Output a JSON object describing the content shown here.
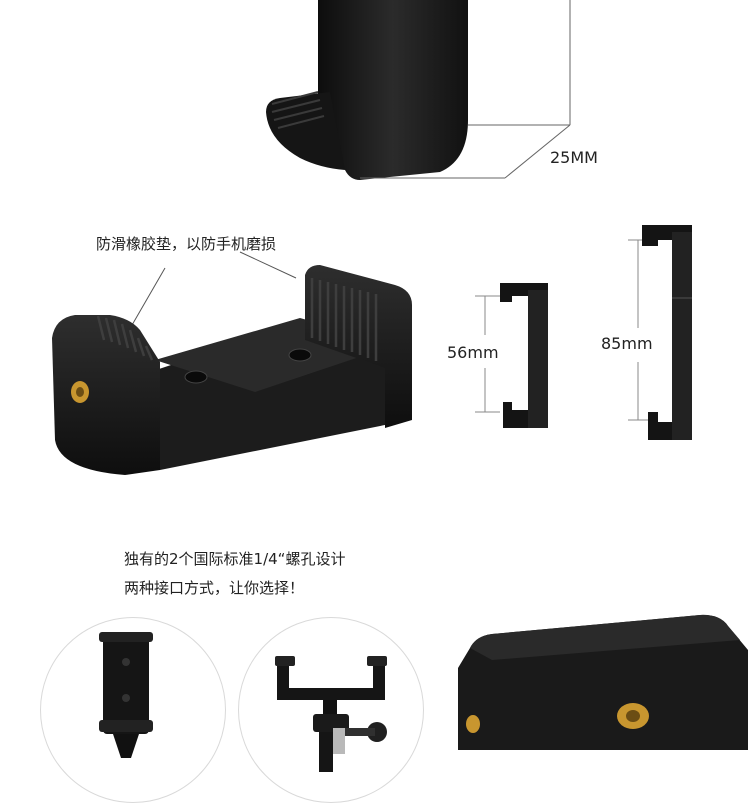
{
  "top_dimension": "25MM",
  "antislip_note": "防滑橡胶垫，以防手机磨损",
  "dim_small": "56mm",
  "dim_large": "85mm",
  "interface_line1": "独有的2个国际标准1/4“螺孔设计",
  "interface_line2": "两种接口方式，让你选择！",
  "colors": {
    "product": "#1a1a1a",
    "brass": "#c8962f",
    "line": "#555555"
  }
}
